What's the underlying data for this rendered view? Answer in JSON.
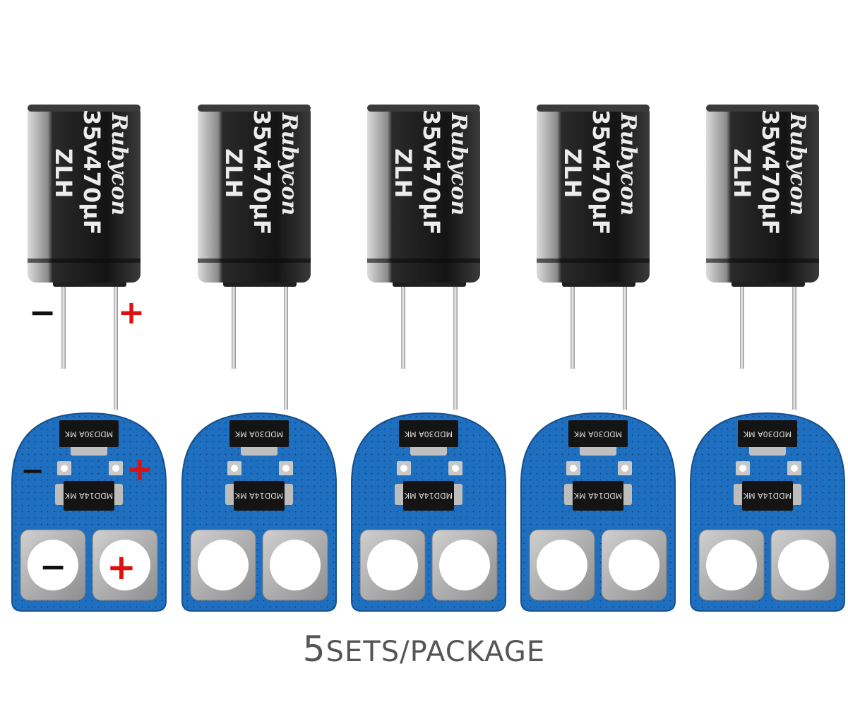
{
  "capacitor": {
    "brand": "Rubycon",
    "rating": "35v470µF",
    "series": "ZLH",
    "body_color": "#1c1c1c",
    "sleeve_color": "#b8b8b8"
  },
  "board": {
    "diode_top_label": "MDD30A MK",
    "diode_bottom_label": "MDD14A MK",
    "color": "#1f6fc0"
  },
  "polarity": {
    "negative": "−",
    "positive": "+",
    "color": "#e01010"
  },
  "items": [
    {
      "id": 1,
      "marked": true
    },
    {
      "id": 2,
      "marked": false
    },
    {
      "id": 3,
      "marked": false
    },
    {
      "id": 4,
      "marked": false
    },
    {
      "id": 5,
      "marked": false
    }
  ],
  "caption": {
    "count": "5",
    "text": "SETS/PACKAGE"
  }
}
